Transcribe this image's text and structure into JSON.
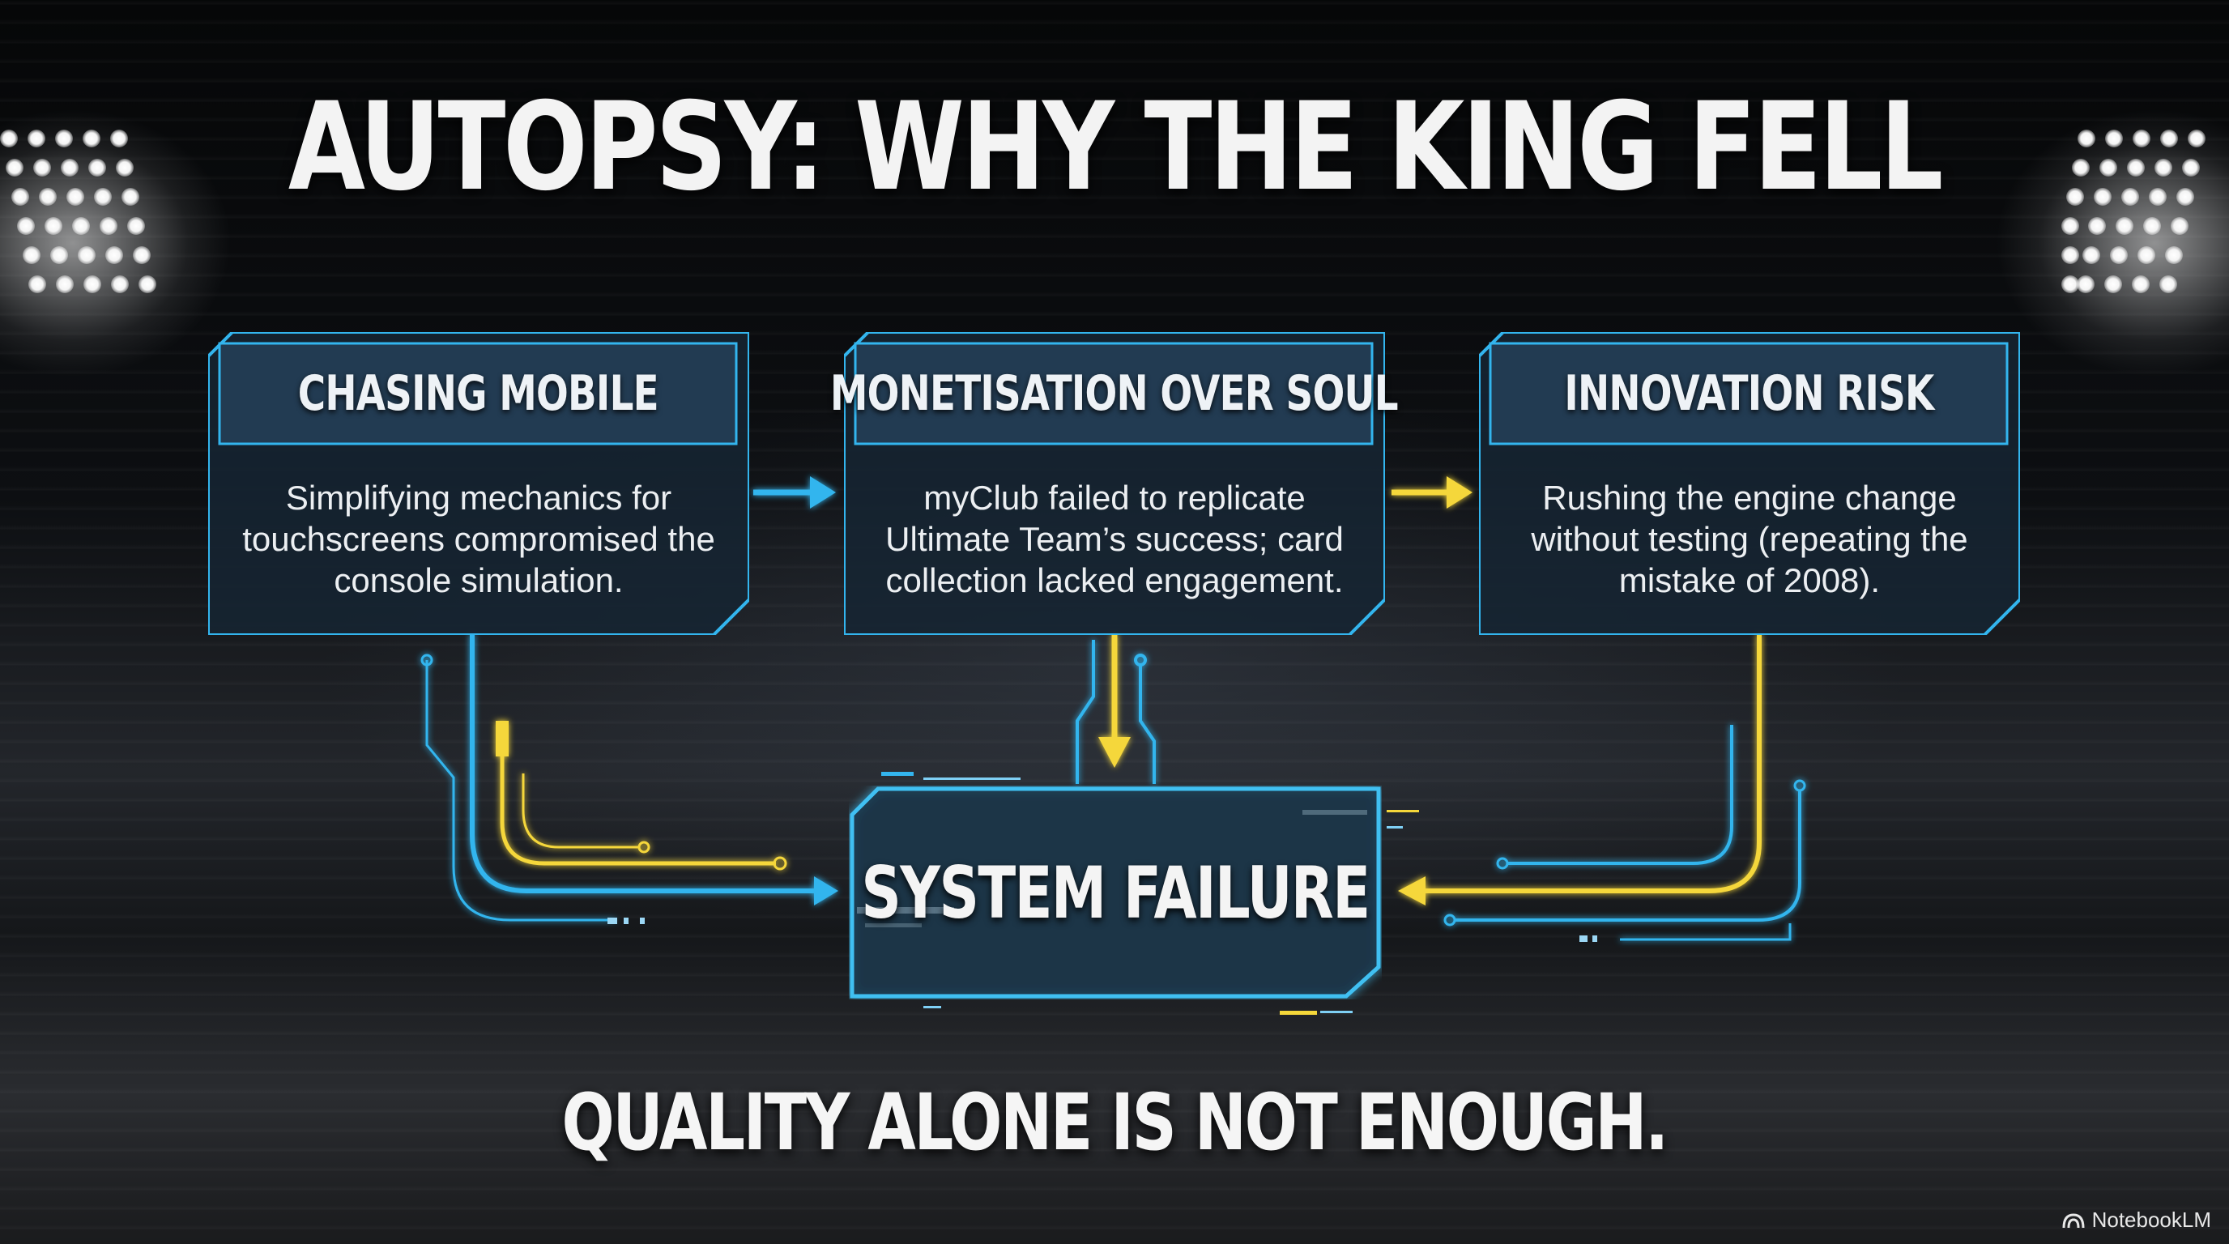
{
  "title": "AUTOPSY: WHY THE KING FELL",
  "cards": [
    {
      "heading": "CHASING MOBILE",
      "body": "Simplifying mechanics for touchscreens compromised the console simulation."
    },
    {
      "heading": "MONETISATION OVER SOUL",
      "body": "myClub failed to replicate Ultimate Team’s success; card collection lacked engagement."
    },
    {
      "heading": "INNOVATION RISK",
      "body": "Rushing the engine change without testing (repeating the mistake of 2008)."
    }
  ],
  "outcome": "SYSTEM FAILURE",
  "tagline": "QUALITY ALONE IS NOT ENOUGH.",
  "watermark": "NotebookLM",
  "colors": {
    "blue": "#33b5ee",
    "yellow": "#f5d73a",
    "card_fill": "#1a2634",
    "card_head": "#243a4e"
  }
}
